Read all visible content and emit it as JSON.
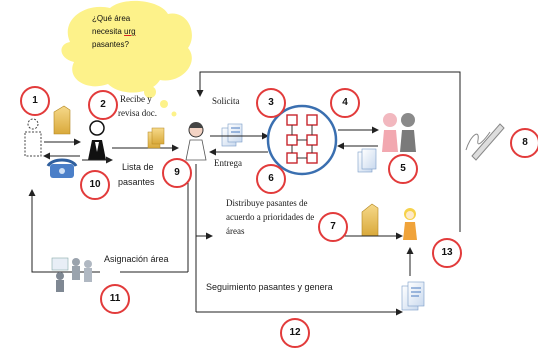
{
  "bubble": {
    "line1": "¿Qué área",
    "line2": "necesita ",
    "line2_under": "urg",
    "line3": "pasantes?"
  },
  "labels": {
    "recibe": "Recibe y",
    "revisa": "revisa doc.",
    "solicita": "Solicita",
    "entrega": "Entrega",
    "question": "?",
    "lista1": "Lista de",
    "lista2": "pasantes",
    "distribuye1": "Distribuye pasantes de",
    "distribuye2": "acuerdo a prioridades de",
    "distribuye3": "áreas",
    "asignacion": "Asignación área",
    "seguimiento": "Seguimiento pasantes y genera",
    "asterisk": "*"
  },
  "badges": [
    "1",
    "2",
    "3",
    "4",
    "5",
    "6",
    "7",
    "8",
    "9",
    "10",
    "11",
    "12",
    "13"
  ],
  "colors": {
    "badge_border": "#e23b3b",
    "bubble_fill": "#fdf28a",
    "arrow": "#222222",
    "org_ring": "#3a6fb0"
  }
}
